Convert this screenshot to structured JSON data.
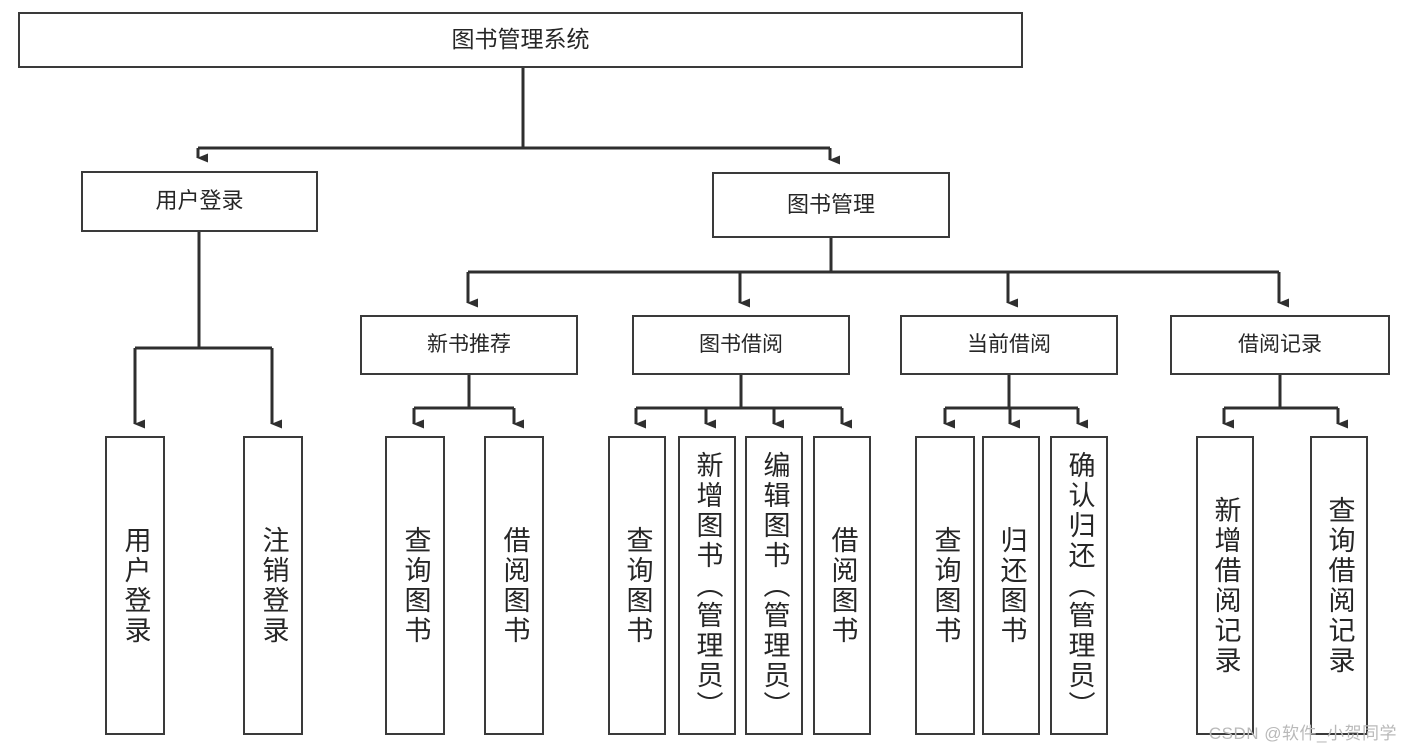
{
  "diagram": {
    "title": "图书管理系统",
    "type": "tree-hierarchy-diagram",
    "colors": {
      "box_border": "#3a3a3a",
      "box_fill": "#ffffff",
      "edge": "#2f2f2f",
      "text": "#262626",
      "watermark": "#b9b9b9",
      "background": "#ffffff"
    },
    "nodes": {
      "root": {
        "label": "图书管理系统"
      },
      "level1": [
        {
          "id": "user-login",
          "label": "用户登录"
        },
        {
          "id": "book-manage",
          "label": "图书管理"
        }
      ],
      "level2": [
        {
          "id": "new-book-recommend",
          "label": "新书推荐"
        },
        {
          "id": "book-borrow",
          "label": "图书借阅"
        },
        {
          "id": "current-borrow",
          "label": "当前借阅"
        },
        {
          "id": "borrow-record",
          "label": "借阅记录"
        }
      ],
      "leaves": {
        "user-login": [
          {
            "id": "leaf-user-login",
            "label": "用户登录"
          },
          {
            "id": "leaf-logout",
            "label": "注销登录"
          }
        ],
        "new-book-recommend": [
          {
            "id": "leaf-query-book-1",
            "label": "查询图书"
          },
          {
            "id": "leaf-borrow-book-1",
            "label": "借阅图书"
          }
        ],
        "book-borrow": [
          {
            "id": "leaf-query-book-2",
            "label": "查询图书"
          },
          {
            "id": "leaf-add-book",
            "label": "新增图书（管理员）"
          },
          {
            "id": "leaf-edit-book",
            "label": "编辑图书（管理员）"
          },
          {
            "id": "leaf-borrow-book-2",
            "label": "借阅图书"
          }
        ],
        "current-borrow": [
          {
            "id": "leaf-query-book-3",
            "label": "查询图书"
          },
          {
            "id": "leaf-return-book",
            "label": "归还图书"
          },
          {
            "id": "leaf-confirm-return",
            "label": "确认归还（管理员）"
          }
        ],
        "borrow-record": [
          {
            "id": "leaf-add-record",
            "label": "新增借阅记录"
          },
          {
            "id": "leaf-query-record",
            "label": "查询借阅记录"
          }
        ]
      }
    },
    "watermark": "CSDN @软件_小贺同学"
  }
}
